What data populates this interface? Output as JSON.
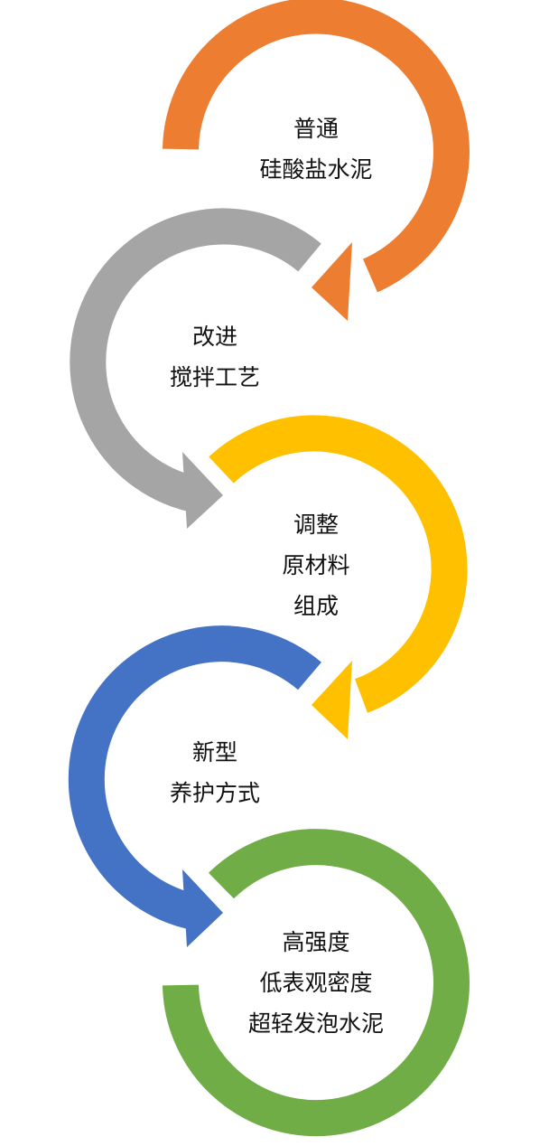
{
  "colors": {
    "step1": "#ED7D31",
    "step2": "#A5A5A5",
    "step3": "#FFC000",
    "step4": "#4472C4",
    "step5": "#70AD47",
    "text": "#111111",
    "background": "#FFFFFF"
  },
  "steps": [
    {
      "id": "step-1",
      "color_key": "step1",
      "lines": [
        "普通",
        "硅酸盐水泥"
      ]
    },
    {
      "id": "step-2",
      "color_key": "step2",
      "lines": [
        "改进",
        "搅拌工艺"
      ]
    },
    {
      "id": "step-3",
      "color_key": "step3",
      "lines": [
        "调整",
        "原材料",
        "组成"
      ]
    },
    {
      "id": "step-4",
      "color_key": "step4",
      "lines": [
        "新型",
        "养护方式"
      ]
    },
    {
      "id": "step-5",
      "color_key": "step5",
      "lines": [
        "高强度",
        "低表观密度",
        "超轻发泡水泥"
      ]
    }
  ]
}
